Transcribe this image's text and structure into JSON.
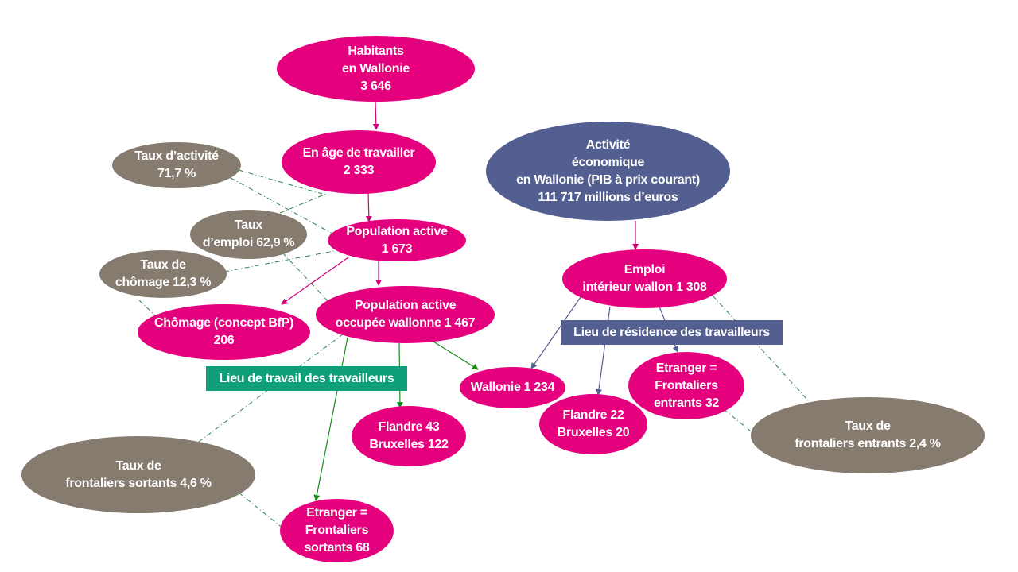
{
  "nodes": {
    "habitants": {
      "line1": "Habitants",
      "line2": "en Wallonie",
      "line3": "3 646"
    },
    "age_travailler": {
      "line1": "En âge de travailler",
      "line2": "2 333"
    },
    "pop_active": {
      "line1": "Population active",
      "line2": "1 673"
    },
    "pop_active_occupee": {
      "line1": "Population active",
      "line2": "occupée wallonne  1 467"
    },
    "chomage": {
      "line1": "Chômage (concept BfP)",
      "line2": "206"
    },
    "flandre_bruxelles_out": {
      "line1": "Flandre  43",
      "line2": "Bruxelles  122"
    },
    "etranger_sortants": {
      "line1": "Etranger =",
      "line2": "Frontaliers",
      "line3": "sortants 68"
    },
    "wallonie": {
      "line1": "Wallonie 1 234"
    },
    "activite": {
      "line1": "Activité",
      "line2": "économique",
      "line3": "en Wallonie (PIB à prix courant)",
      "line4": "111 717 millions d’euros"
    },
    "emploi_interieur": {
      "line1": "Emploi",
      "line2": "intérieur wallon  1 308"
    },
    "flandre_bruxelles_in": {
      "line1": "Flandre  22",
      "line2": "Bruxelles  20"
    },
    "etranger_entrants": {
      "line1": "Etranger =",
      "line2": "Frontaliers",
      "line3": "entrants  32"
    },
    "taux_activite": {
      "line1": "Taux d’activité",
      "line2": "71,7 %"
    },
    "taux_emploi": {
      "line1": "Taux",
      "line2": "d’emploi  62,9 %"
    },
    "taux_chomage": {
      "line1": "Taux de",
      "line2": "chômage 12,3 %"
    },
    "taux_frontaliers_sortants": {
      "line1": "Taux de",
      "line2": "frontaliers sortants 4,6 %"
    },
    "taux_frontaliers_entrants": {
      "line1": "Taux de",
      "line2": "frontaliers  entrants 2,4 %"
    }
  },
  "labels": {
    "lieu_travail": "Lieu de travail des travailleurs",
    "lieu_residence": "Lieu de résidence des travailleurs"
  },
  "colors": {
    "pink": "#e5007e",
    "grey": "#857b6e",
    "blue": "#545f91",
    "green": "#0e9f79",
    "arrow_pink": "#d4007a",
    "arrow_green": "#1a8c1a",
    "arrow_blue": "#545f91",
    "dash_green": "#2e7d5a"
  }
}
